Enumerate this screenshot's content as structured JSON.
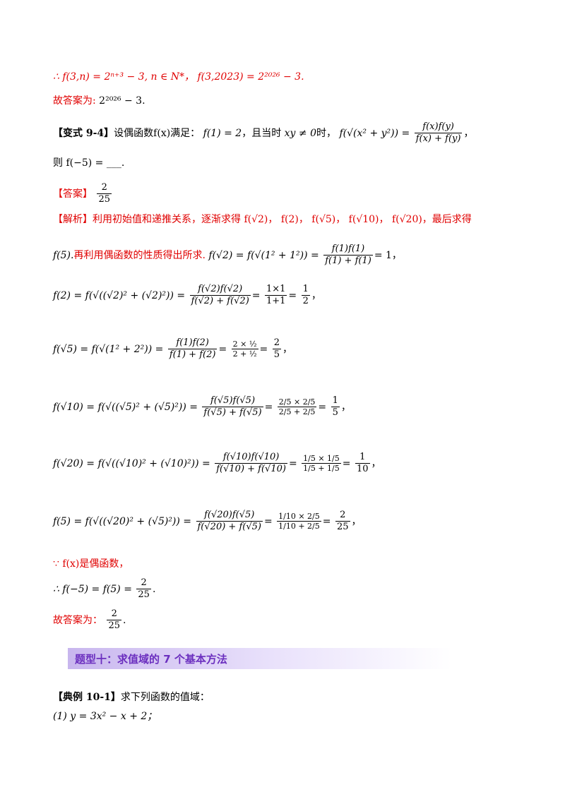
{
  "lines": {
    "l1": "∴ f(3,n) = 2ⁿ⁺³ − 3, n ∈ N*， f(3,2023) = 2²⁰²⁶ − 3.",
    "l2_label": "故答案为:",
    "l2_expr": "2²⁰²⁶ − 3.",
    "variant_label": "【变式 9-4】",
    "variant_text": "设偶函数f(x)满足：",
    "variant_expr1": "f(1) = 2",
    "variant_mid": "，且当时",
    "variant_cond": "xy ≠ 0",
    "variant_mid2": "时，",
    "variant_eq_lhs": "f(√(x² + y²)) =",
    "variant_eq_num": "f(x)f(y)",
    "variant_eq_den": "f(x) + f(y)",
    "variant_end": "，",
    "ask": "则 f(−5) = ___.",
    "answer_label": "【答案】",
    "answer_num": "2",
    "answer_den": "25",
    "analysis_label": "【解析】",
    "analysis_text": "利用初始值和递推关系，逐渐求得 f(√2)， f(2)， f(√5)， f(√10)， f(√20)，最后求得",
    "analysis_text2_a": "f(5).",
    "analysis_text2_b": "再利用偶函数的性质得出所求.",
    "analysis_text2_c": "f(√2) = f(√(1² + 1²)) =",
    "analysis_text2_num": "f(1)f(1)",
    "analysis_text2_den": "f(1) + f(1)",
    "analysis_text2_end": "= 1，",
    "eq2_lhs": "f(2) = f(√((√2)² + (√2)²)) =",
    "eq2_num": "f(√2)f(√2)",
    "eq2_den": "f(√2) + f(√2)",
    "eq2_mid_num": "1×1",
    "eq2_mid_den": "1+1",
    "eq2_res_num": "1",
    "eq2_res_den": "2",
    "eq3_lhs": "f(√5) = f(√(1² + 2²)) =",
    "eq3_num": "f(1)f(2)",
    "eq3_den": "f(1) + f(2)",
    "eq3_mid_num": "2 × ½",
    "eq3_mid_den": "2 + ½",
    "eq3_res_num": "2",
    "eq3_res_den": "5",
    "eq4_lhs": "f(√10) = f(√((√5)² + (√5)²)) =",
    "eq4_num": "f(√5)f(√5)",
    "eq4_den": "f(√5) + f(√5)",
    "eq4_mid_num": "2/5 × 2/5",
    "eq4_mid_den": "2/5 + 2/5",
    "eq4_res_num": "1",
    "eq4_res_den": "5",
    "eq5_lhs": "f(√20) = f(√((√10)² + (√10)²)) =",
    "eq5_num": "f(√10)f(√10)",
    "eq5_den": "f(√10) + f(√10)",
    "eq5_mid_num": "1/5 × 1/5",
    "eq5_mid_den": "1/5 + 1/5",
    "eq5_res_num": "1",
    "eq5_res_den": "10",
    "eq6_lhs": "f(5) = f(√((√20)² + (√5)²)) =",
    "eq6_num": "f(√20)f(√5)",
    "eq6_den": "f(√20) + f(√5)",
    "eq6_mid_num": "1/10 × 2/5",
    "eq6_mid_den": "1/10 + 2/5",
    "eq6_res_num": "2",
    "eq6_res_den": "25",
    "even_line": "∵ f(x)是偶函数，",
    "conclude": "∴ f(−5) = f(5) =",
    "conclude_num": "2",
    "conclude_den": "25",
    "final_label": "故答案为：",
    "final_num": "2",
    "final_den": "25",
    "section_title": "题型十：求值域的 7 个基本方法",
    "example_label": "【典例 10-1】",
    "example_text": "求下列函数的值域：",
    "example_item": "(1) y = 3x² − x + 2；"
  },
  "colors": {
    "red": "#e00000",
    "purple": "#6b2fbf"
  }
}
